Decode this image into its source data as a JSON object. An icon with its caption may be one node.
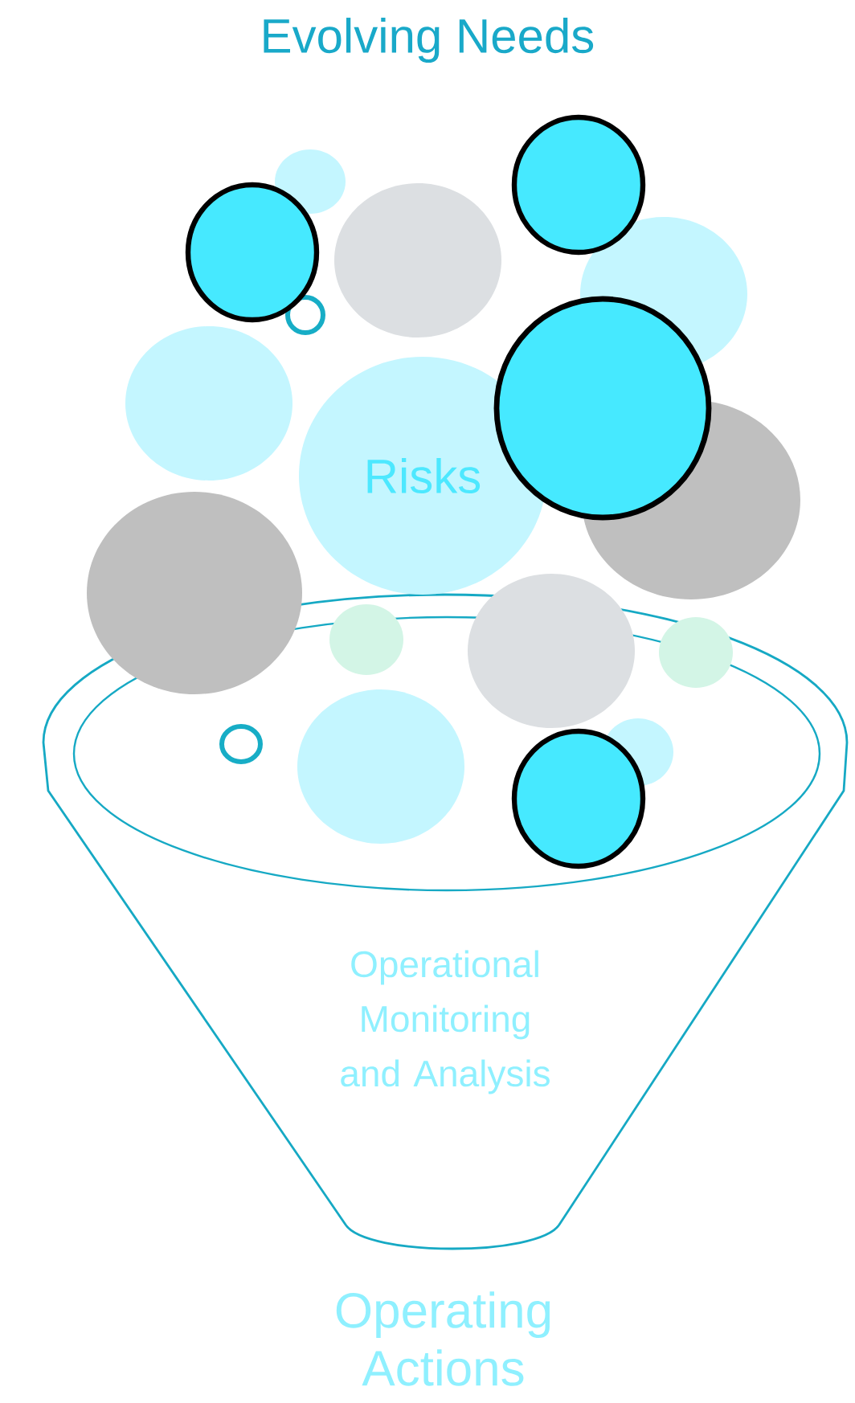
{
  "diagram": {
    "title": "Evolving Needs",
    "nodes": [
      {
        "text": [],
        "shape": "circle"
      },
      {
        "text": [],
        "shape": "circle"
      },
      {
        "text": [],
        "shape": "circle"
      },
      {
        "text": [],
        "shape": "circle"
      },
      {
        "text": [],
        "shape": "circle"
      },
      {
        "text": [],
        "shape": "circle"
      },
      {
        "text": [],
        "shape": "circle"
      },
      {
        "text": [
          "Risks"
        ]
      },
      {
        "text": [],
        "shape": "circle"
      },
      {
        "text": [],
        "shape": "circle"
      },
      {
        "text": [],
        "shape": "circle"
      },
      {
        "text": [
          "Operational Monitoring and Analysis"
        ],
        "beside": [
          "Operating Actions"
        ]
      },
      {
        "text": [],
        "shape": "circle",
        "in": 11
      },
      {
        "text": [],
        "shape": "circle"
      },
      {
        "text": [],
        "shape": "circle",
        "in": 11
      },
      {
        "text": [],
        "shape": "circle",
        "in": 11
      },
      {
        "text": [],
        "shape": "circle",
        "in": 11
      },
      {
        "text": [],
        "shape": "circle",
        "in": 11
      },
      {
        "text": [],
        "shape": "circle",
        "in": 11
      }
    ]
  }
}
